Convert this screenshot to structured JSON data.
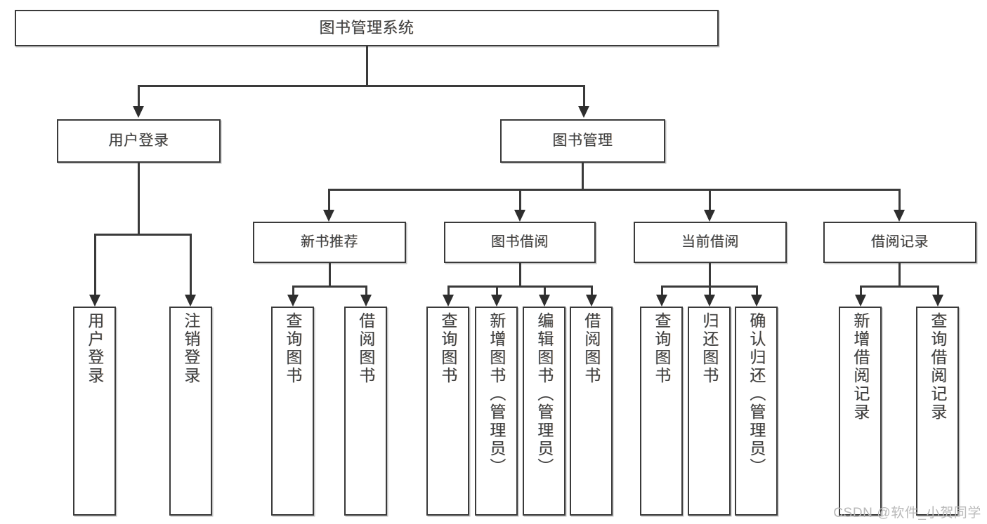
{
  "diagram": {
    "title": "图书管理系统",
    "type": "tree",
    "watermark": "CSDN @软件_小贺同学",
    "root": {
      "label": "图书管理系统"
    },
    "level2": [
      {
        "label": "用户登录"
      },
      {
        "label": "图书管理"
      }
    ],
    "level3": [
      {
        "label": "新书推荐"
      },
      {
        "label": "图书借阅"
      },
      {
        "label": "当前借阅"
      },
      {
        "label": "借阅记录"
      }
    ],
    "leaves": {
      "user_login": [
        {
          "label": "用户登录"
        },
        {
          "label": "注销登录"
        }
      ],
      "new_book": [
        {
          "label": "查询图书"
        },
        {
          "label": "借阅图书"
        }
      ],
      "book_borrow": [
        {
          "label": "查询图书"
        },
        {
          "label": "新增图书（管理员）"
        },
        {
          "label": "编辑图书（管理员）"
        },
        {
          "label": "借阅图书"
        }
      ],
      "current_borrow": [
        {
          "label": "查询图书"
        },
        {
          "label": "归还图书"
        },
        {
          "label": "确认归还（管理员）"
        }
      ],
      "borrow_record": [
        {
          "label": "新增借阅记录"
        },
        {
          "label": "查询借阅记录"
        }
      ]
    }
  },
  "colors": {
    "stroke": "#3a3a3a",
    "text": "#3f3f3f",
    "background": "#ffffff",
    "watermark": "#b9b9b9"
  }
}
